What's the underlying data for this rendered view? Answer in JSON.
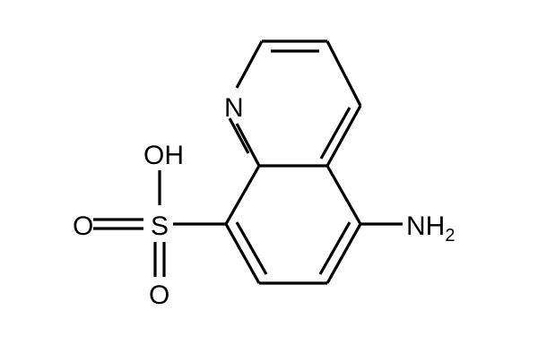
{
  "molecule": {
    "atoms": {
      "n1": {
        "symbol": "N"
      },
      "oh": {
        "symbol": "OH"
      },
      "s": {
        "symbol": "S"
      },
      "o_left": {
        "symbol": "O"
      },
      "o_bottom": {
        "symbol": "O"
      },
      "nh2": {
        "symbol": "NH",
        "subscript": "2"
      }
    }
  }
}
